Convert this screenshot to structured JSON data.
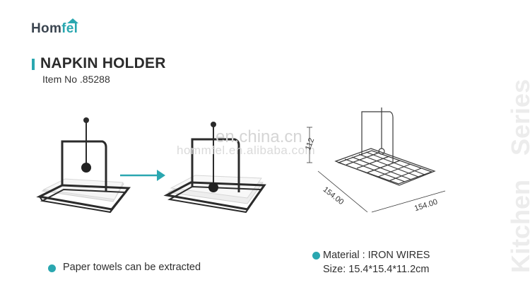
{
  "brand": {
    "part1": "Ho",
    "part2": "m",
    "part3": "fel"
  },
  "product": {
    "title": "NAPKIN HOLDER",
    "item_number": "Item No .85288"
  },
  "watermark": {
    "main": "en.china.cn",
    "sub": "hommfel.en.alibaba.com"
  },
  "series_text": {
    "word1": "Kitchen",
    "word2": "Series"
  },
  "dimensions": {
    "width": "154.00",
    "depth": "154.00",
    "height": "112"
  },
  "features": {
    "extract": "Paper towels can be extracted",
    "material": "Material : IRON WIRES",
    "size": "Size: 15.4*15.4*11.2cm"
  },
  "colors": {
    "accent": "#2aa7b0",
    "metal": "#2b2b2b"
  },
  "icons": {
    "arrow": "right-arrow-icon",
    "bullet": "teal-dot-icon"
  }
}
